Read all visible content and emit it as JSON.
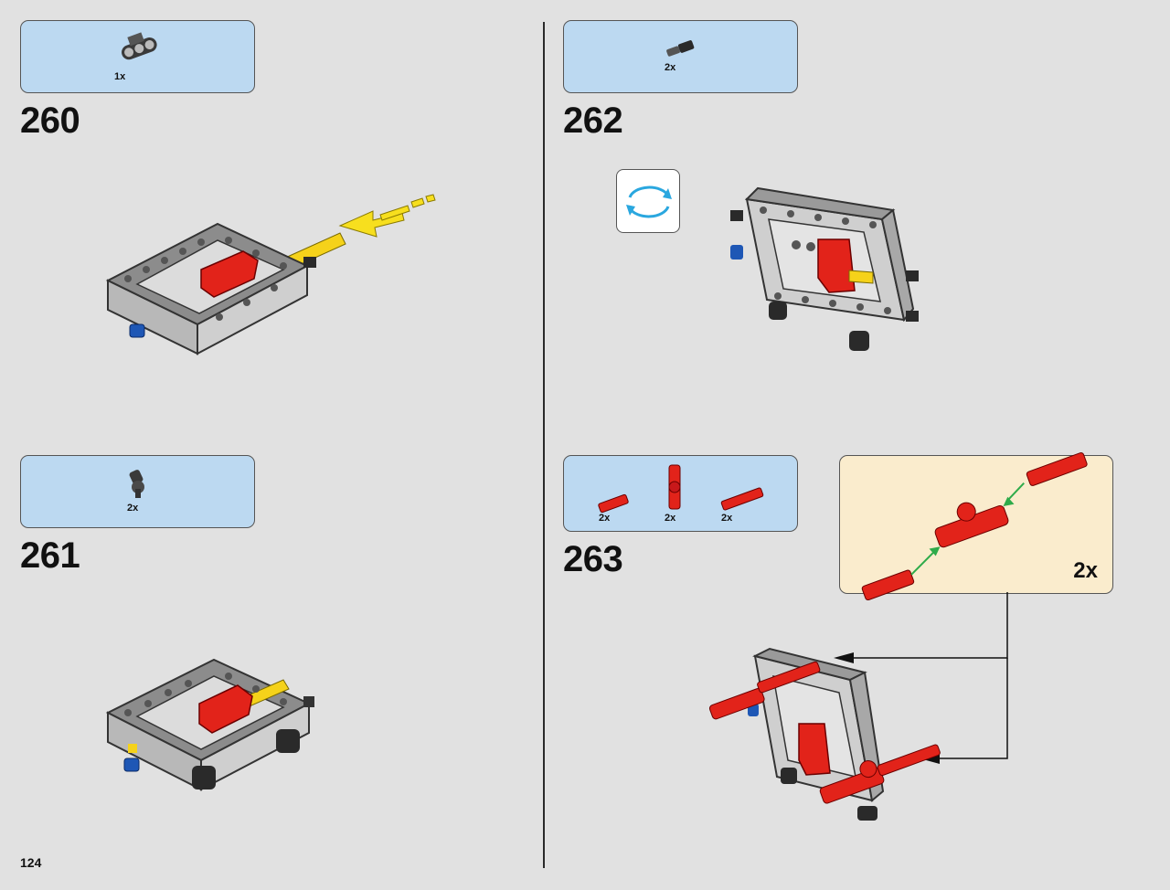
{
  "page_number": "124",
  "steps": [
    {
      "number": "260",
      "parts": [
        {
          "part": "black-double-liftarm-connector",
          "qty": "1x"
        }
      ]
    },
    {
      "number": "261",
      "parts": [
        {
          "part": "dark-grey-pin-connector",
          "qty": "2x"
        }
      ]
    },
    {
      "number": "262",
      "parts": [
        {
          "part": "black-axle-pin",
          "qty": "2x"
        }
      ],
      "rotate_icon": "rotate-model-icon"
    },
    {
      "number": "263",
      "parts": [
        {
          "part": "red-axle-short",
          "qty": "2x"
        },
        {
          "part": "red-axle-connector",
          "qty": "2x"
        },
        {
          "part": "red-axle-long",
          "qty": "2x"
        }
      ],
      "callout": {
        "qty": "2x"
      }
    }
  ],
  "colors": {
    "parts_box_bg": "#bcd9f1",
    "callout_bg": "#faeccd",
    "page_bg": "#e1e1e1",
    "brick_red": "#e2231a",
    "brick_yellow": "#f5d21a",
    "brick_blue": "#1e57b5",
    "frame_grey": "#a8a8a8",
    "arrow_yellow": "#f7df1e",
    "arrow_green": "#2eab4a"
  }
}
